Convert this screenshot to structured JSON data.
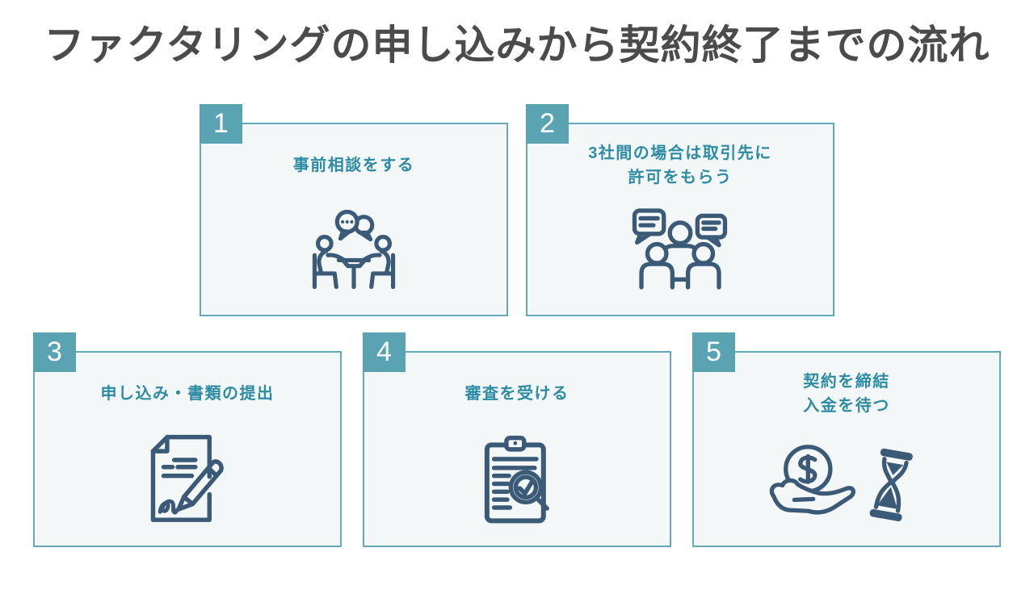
{
  "title": "ファクタリングの申し込みから契約終了までの流れ",
  "colors": {
    "accent_teal": "#5aa3b2",
    "card_border": "#61aab9",
    "card_bg": "#f4f7f8",
    "label_teal": "#2d8ca5",
    "icon_navy": "#3b5a78",
    "title_gray": "#4b4b4b"
  },
  "steps": [
    {
      "number": "1",
      "label": "事前相談をする",
      "icon": "consultation-icon"
    },
    {
      "number": "2",
      "label": "3社間の場合は取引先に\n許可をもらう",
      "icon": "three-party-permission-icon"
    },
    {
      "number": "3",
      "label": "申し込み・書類の提出",
      "icon": "document-signing-icon"
    },
    {
      "number": "4",
      "label": "審査を受ける",
      "icon": "screening-check-icon"
    },
    {
      "number": "5",
      "label": "契約を締結\n入金を待つ",
      "icon": "payment-waiting-icon"
    }
  ]
}
